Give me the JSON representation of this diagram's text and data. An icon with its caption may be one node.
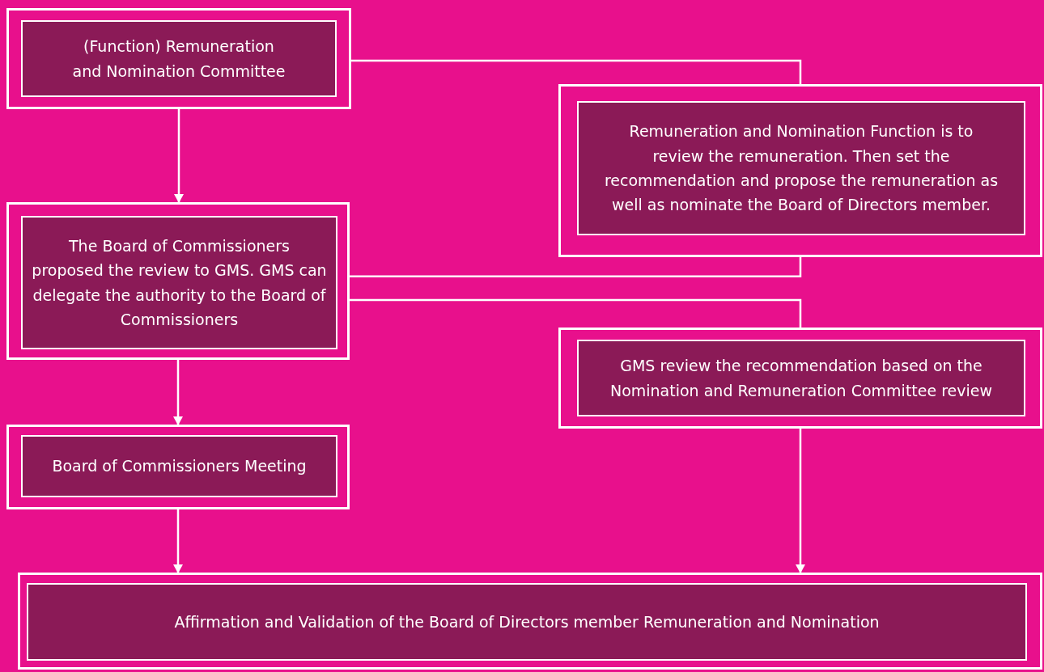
{
  "diagram": {
    "nodes": [
      {
        "text": [
          "(Function) Remuneration and Nomination Committee"
        ]
      },
      {
        "text": [
          "Remuneration and Nomination Function is to review the remuneration. Then set the recommendation and propose the remuneration as well as nominate the Board of Directors member."
        ]
      },
      {
        "text": [
          "The Board of Commissioners proposed the review to GMS. GMS can delegate the authority to the Board of Commissioners"
        ]
      },
      {
        "text": [
          "GMS review the recommendation based on the Nomination and Remuneration Committee review"
        ]
      },
      {
        "text": [
          "Board of Commissioners Meeting"
        ]
      },
      {
        "text": [
          "Affirmation and Validation of the Board of Directors member Remuneration and Nomination"
        ]
      }
    ],
    "edges": [
      {
        "from": 0,
        "to": 2,
        "arrow": "to"
      },
      {
        "from": 0,
        "to": 1,
        "arrow": "none"
      },
      {
        "from": 1,
        "to": 2,
        "arrow": "none"
      },
      {
        "from": 2,
        "to": 3,
        "arrow": "none"
      },
      {
        "from": 2,
        "to": 4,
        "arrow": "to"
      },
      {
        "from": 4,
        "to": 5,
        "arrow": "to"
      },
      {
        "from": 3,
        "to": 5,
        "arrow": "to"
      }
    ]
  }
}
